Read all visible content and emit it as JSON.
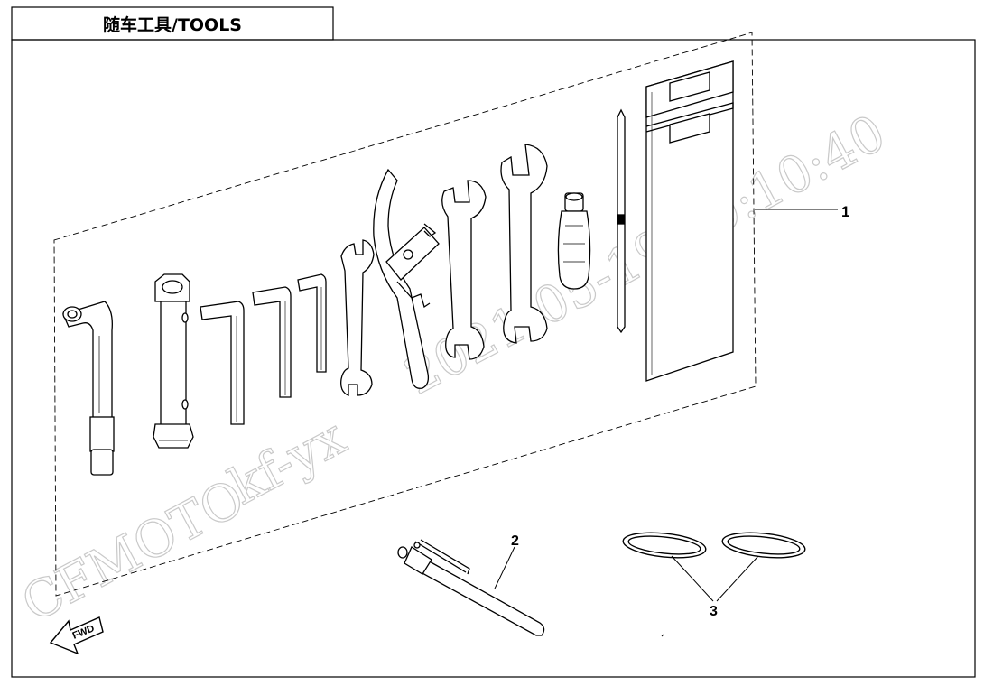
{
  "title": "随车工具/TOOLS",
  "callouts": [
    {
      "number": "1"
    },
    {
      "number": "2"
    },
    {
      "number": "3"
    }
  ],
  "fwd_label": "FWD",
  "watermark": {
    "brand": "CFMOTO",
    "user": "kf-yx",
    "timestamp": "2021-05-19  09:10:40"
  },
  "colors": {
    "line": "#000000",
    "watermark": "#c9c9c9"
  }
}
